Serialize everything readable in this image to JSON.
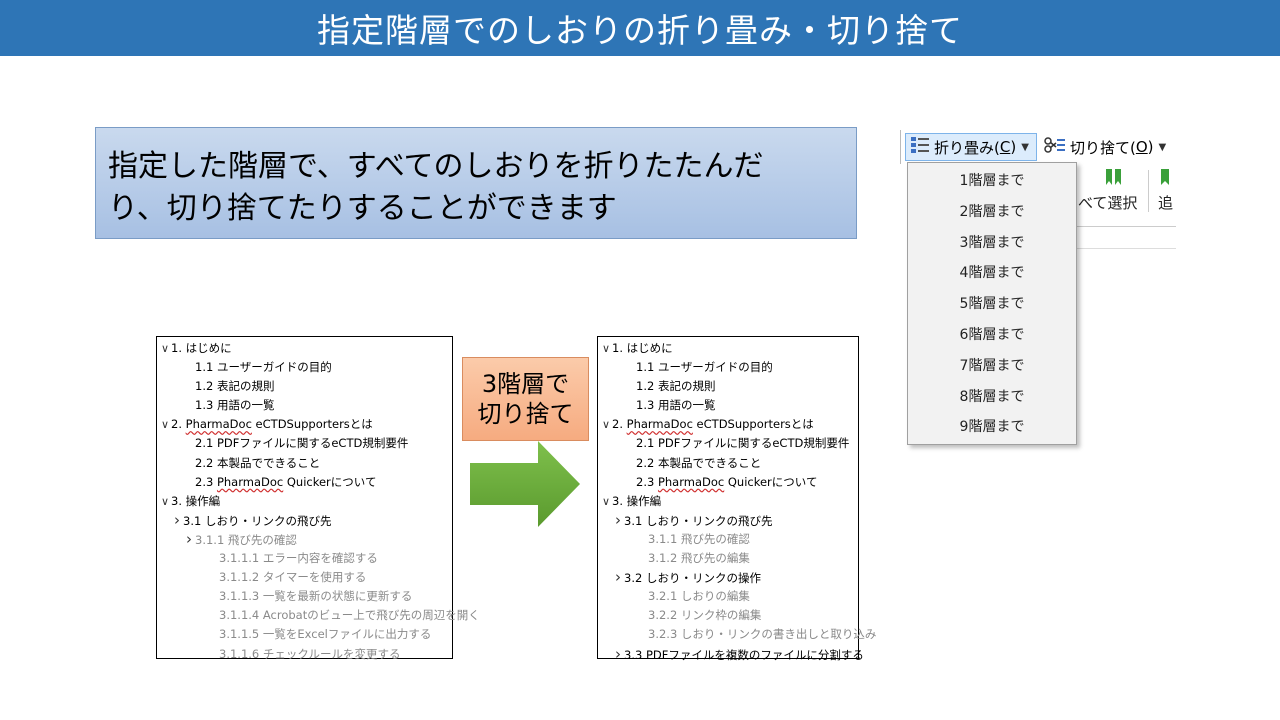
{
  "title": "指定階層でのしおりの折り畳み・切り捨て",
  "callout": {
    "line1": "指定した階層で、すべてのしおりを折りたたんだ",
    "line2": "り、切り捨てたりすることができます"
  },
  "middle_label": {
    "line1": "3階層で",
    "line2": "切り捨て"
  },
  "tree_before": [
    {
      "exp": "v",
      "indent": 0,
      "pre": "1. はじめに",
      "ul": "",
      "post": "",
      "gray": false
    },
    {
      "exp": "",
      "indent": 2,
      "pre": "1.1 ユーザーガイドの目的",
      "ul": "",
      "post": "",
      "gray": false
    },
    {
      "exp": "",
      "indent": 2,
      "pre": "1.2 表記の規則",
      "ul": "",
      "post": "",
      "gray": false
    },
    {
      "exp": "",
      "indent": 2,
      "pre": "1.3 用語の一覧",
      "ul": "",
      "post": "",
      "gray": false
    },
    {
      "exp": "v",
      "indent": 0,
      "pre": "2. ",
      "ul": "PharmaDoc",
      "post": " eCTDSupportersとは",
      "gray": false
    },
    {
      "exp": "",
      "indent": 2,
      "pre": "2.1 PDFファイルに関するeCTD規制要件",
      "ul": "",
      "post": "",
      "gray": false
    },
    {
      "exp": "",
      "indent": 2,
      "pre": "2.2 本製品でできること",
      "ul": "",
      "post": "",
      "gray": false
    },
    {
      "exp": "",
      "indent": 2,
      "pre": "2.3 ",
      "ul": "PharmaDoc",
      "post": " Quickerについて",
      "gray": false
    },
    {
      "exp": "v",
      "indent": 0,
      "pre": "3. 操作編",
      "ul": "",
      "post": "",
      "gray": false
    },
    {
      "exp": ">",
      "indent": 1,
      "pre": "3.1 しおり・リンクの飛び先",
      "ul": "",
      "post": "",
      "gray": false
    },
    {
      "exp": ">",
      "indent": 2,
      "pre": "3.1.1 飛び先の確認",
      "ul": "",
      "post": "",
      "gray": true
    },
    {
      "exp": "",
      "indent": 4,
      "pre": "3.1.1.1 エラー内容を確認する",
      "ul": "",
      "post": "",
      "gray": true
    },
    {
      "exp": "",
      "indent": 4,
      "pre": "3.1.1.2 タイマーを使用する",
      "ul": "",
      "post": "",
      "gray": true
    },
    {
      "exp": "",
      "indent": 4,
      "pre": "3.1.1.3 一覧を最新の状態に更新する",
      "ul": "",
      "post": "",
      "gray": true
    },
    {
      "exp": "",
      "indent": 4,
      "pre": "3.1.1.4 Acrobatのビュー上で飛び先の周辺を開く",
      "ul": "",
      "post": "",
      "gray": true
    },
    {
      "exp": "",
      "indent": 4,
      "pre": "3.1.1.5 一覧をExcelファイルに出力する",
      "ul": "",
      "post": "",
      "gray": true
    },
    {
      "exp": "",
      "indent": 4,
      "pre": "3.1.1.6 チェックルールを変更する",
      "ul": "",
      "post": "",
      "gray": true
    }
  ],
  "tree_after": [
    {
      "exp": "v",
      "indent": 0,
      "pre": "1. はじめに",
      "ul": "",
      "post": "",
      "gray": false
    },
    {
      "exp": "",
      "indent": 2,
      "pre": "1.1 ユーザーガイドの目的",
      "ul": "",
      "post": "",
      "gray": false
    },
    {
      "exp": "",
      "indent": 2,
      "pre": "1.2 表記の規則",
      "ul": "",
      "post": "",
      "gray": false
    },
    {
      "exp": "",
      "indent": 2,
      "pre": "1.3 用語の一覧",
      "ul": "",
      "post": "",
      "gray": false
    },
    {
      "exp": "v",
      "indent": 0,
      "pre": "2. ",
      "ul": "PharmaDoc",
      "post": " eCTDSupportersとは",
      "gray": false
    },
    {
      "exp": "",
      "indent": 2,
      "pre": "2.1 PDFファイルに関するeCTD規制要件",
      "ul": "",
      "post": "",
      "gray": false
    },
    {
      "exp": "",
      "indent": 2,
      "pre": "2.2 本製品でできること",
      "ul": "",
      "post": "",
      "gray": false
    },
    {
      "exp": "",
      "indent": 2,
      "pre": "2.3 ",
      "ul": "PharmaDoc",
      "post": " Quickerについて",
      "gray": false
    },
    {
      "exp": "v",
      "indent": 0,
      "pre": "3. 操作編",
      "ul": "",
      "post": "",
      "gray": false
    },
    {
      "exp": ">",
      "indent": 1,
      "pre": "3.1 しおり・リンクの飛び先",
      "ul": "",
      "post": "",
      "gray": false
    },
    {
      "exp": "",
      "indent": 3,
      "pre": "3.1.1 飛び先の確認",
      "ul": "",
      "post": "",
      "gray": true
    },
    {
      "exp": "",
      "indent": 3,
      "pre": "3.1.2 飛び先の編集",
      "ul": "",
      "post": "",
      "gray": true
    },
    {
      "exp": ">",
      "indent": 1,
      "pre": "3.2 しおり・リンクの操作",
      "ul": "",
      "post": "",
      "gray": false
    },
    {
      "exp": "",
      "indent": 3,
      "pre": "3.2.1 しおりの編集",
      "ul": "",
      "post": "",
      "gray": true
    },
    {
      "exp": "",
      "indent": 3,
      "pre": "3.2.2 リンク枠の編集",
      "ul": "",
      "post": "",
      "gray": true
    },
    {
      "exp": "",
      "indent": 3,
      "pre": "3.2.3 しおり・リンクの書き出しと取り込み",
      "ul": "",
      "post": "",
      "gray": true
    },
    {
      "exp": ">",
      "indent": 1,
      "pre": "3.3 PDFファイルを複数のファイルに分割する",
      "ul": "",
      "post": "",
      "gray": false
    }
  ],
  "toolbar": {
    "fold_label": "折り畳み(",
    "fold_key": "C",
    "fold_close": ")",
    "cut_label": "切り捨て(",
    "cut_key": "O",
    "cut_close": ")",
    "select_all_label": "べて選択",
    "add_label": "追"
  },
  "dropdown_items": [
    "1階層まで",
    "2階層まで",
    "3階層まで",
    "4階層まで",
    "5階層まで",
    "6階層まで",
    "7階層まで",
    "8階層まで",
    "9階層まで"
  ],
  "colors": {
    "title_bg": "#2e75b6",
    "callout_bg": "#b4cbe8",
    "label_bg": "#f8b790",
    "arrow": "#6aab3c"
  }
}
